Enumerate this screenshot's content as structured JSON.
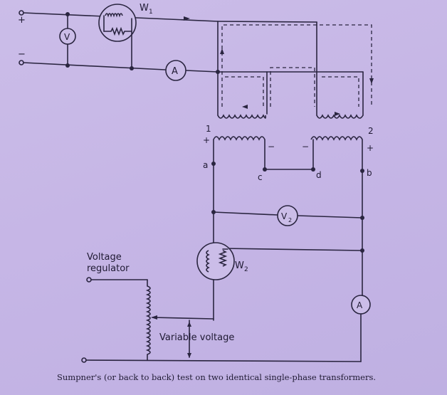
{
  "meters": {
    "wattmeter1": "W",
    "wattmeter1_sub": "1",
    "voltmeter1": "V",
    "ammeter1": "A",
    "voltmeter2": "V",
    "voltmeter2_sub": "2",
    "wattmeter2": "W",
    "wattmeter2_sub": "2",
    "ammeter2": "A"
  },
  "terminals": {
    "plus_top": "+",
    "minus_top": "−",
    "t1": "1",
    "t2": "2",
    "plus_t1": "+",
    "minus_t1": "−",
    "minus_t2": "−",
    "plus_t2": "+",
    "a": "a",
    "b": "b",
    "c": "c",
    "d": "d"
  },
  "labels": {
    "voltage_regulator_line1": "Voltage",
    "voltage_regulator_line2": "regulator",
    "variable_voltage": "Variable voltage"
  },
  "caption": "Sumpner's (or back to back) test on two identical single-phase transformers."
}
